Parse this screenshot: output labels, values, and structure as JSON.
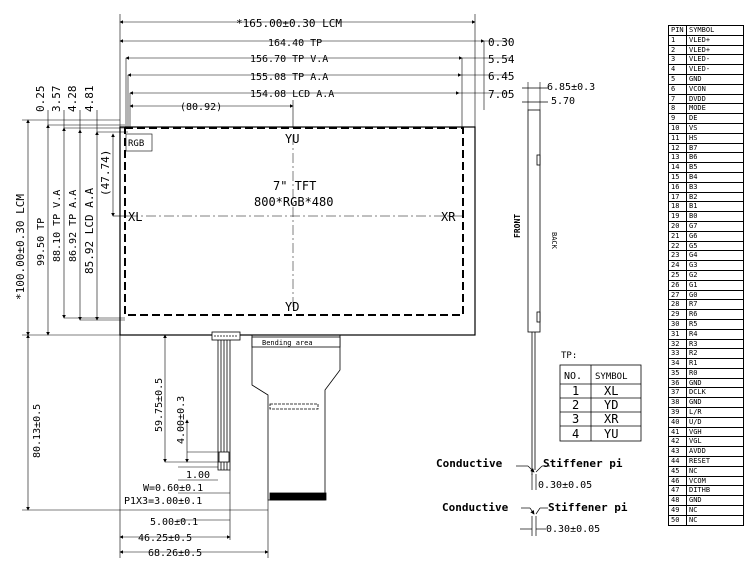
{
  "dims": {
    "lcm_width": "*165.00±0.30 LCM",
    "tp_width": "164.40 TP",
    "tp_va": "156.70 TP V.A",
    "tp_aa": "155.08 TP A.A",
    "lcd_aa": "154.08 LCD A.A",
    "ref_8092": "(80.92)",
    "right_030": "0.30",
    "right_554": "5.54",
    "right_645": "6.45",
    "right_705": "7.05",
    "left_025": "0.25",
    "left_357": "3.57",
    "left_428": "4.28",
    "left_481": "4.81",
    "lcm_height": "*100.00±0.30 LCM",
    "tp_height": "99.50 TP",
    "tp_va_h": "88.10 TP V.A",
    "tp_aa_h": "86.92 TP A.A",
    "lcd_aa_h": "85.92 LCD A.A",
    "ref_4774": "(47.74)",
    "fpc_total": "80.13±0.5",
    "fpc_5975": "59.75±0.5",
    "fpc_400": "4.00±0.3",
    "fpc_100": "1.00",
    "fpc_w": "W=0.60±0.1",
    "fpc_pitch": "P1X3=3.00±0.1",
    "fpc_500": "5.00±0.1",
    "fpc_4625": "46.25±0.5",
    "fpc_6826": "68.26±0.5",
    "side_685": "6.85±0.3",
    "side_570": "5.70",
    "side_030a": "0.30±0.05",
    "side_030b": "0.30±0.05"
  },
  "labels": {
    "rgb": "RGB",
    "yu": "YU",
    "yd": "YD",
    "xl": "XL",
    "xr": "XR",
    "title1": "7\" TFT",
    "title2": "800*RGB*480",
    "bending": "Bending area",
    "front": "FRONT",
    "back": "BACK",
    "tp_title": "TP:",
    "conductive1": "Conductive",
    "stiffener1": "Stiffener pi",
    "conductive2": "Conductive",
    "stiffener2": "Stiffener pi"
  },
  "tp_table": {
    "headers": [
      "NO.",
      "SYMBOL"
    ],
    "rows": [
      [
        "1",
        "XL"
      ],
      [
        "2",
        "YD"
      ],
      [
        "3",
        "XR"
      ],
      [
        "4",
        "YU"
      ]
    ]
  },
  "pin_table": {
    "headers": [
      "PIN",
      "SYMBOL"
    ],
    "rows": [
      [
        "1",
        "VLED+"
      ],
      [
        "2",
        "VLED+"
      ],
      [
        "3",
        "VLED-"
      ],
      [
        "4",
        "VLED-"
      ],
      [
        "5",
        "GND"
      ],
      [
        "6",
        "VCON"
      ],
      [
        "7",
        "DVDD"
      ],
      [
        "8",
        "MODE"
      ],
      [
        "9",
        "DE"
      ],
      [
        "10",
        "VS"
      ],
      [
        "11",
        "HS"
      ],
      [
        "12",
        "B7"
      ],
      [
        "13",
        "B6"
      ],
      [
        "14",
        "B5"
      ],
      [
        "15",
        "B4"
      ],
      [
        "16",
        "B3"
      ],
      [
        "17",
        "B2"
      ],
      [
        "18",
        "B1"
      ],
      [
        "19",
        "B0"
      ],
      [
        "20",
        "G7"
      ],
      [
        "21",
        "G6"
      ],
      [
        "22",
        "G5"
      ],
      [
        "23",
        "G4"
      ],
      [
        "24",
        "G3"
      ],
      [
        "25",
        "G2"
      ],
      [
        "26",
        "G1"
      ],
      [
        "27",
        "G0"
      ],
      [
        "28",
        "R7"
      ],
      [
        "29",
        "R6"
      ],
      [
        "30",
        "R5"
      ],
      [
        "31",
        "R4"
      ],
      [
        "32",
        "R3"
      ],
      [
        "33",
        "R2"
      ],
      [
        "34",
        "R1"
      ],
      [
        "35",
        "R0"
      ],
      [
        "36",
        "GND"
      ],
      [
        "37",
        "DCLK"
      ],
      [
        "38",
        "GND"
      ],
      [
        "39",
        "L/R"
      ],
      [
        "40",
        "U/D"
      ],
      [
        "41",
        "VGH"
      ],
      [
        "42",
        "VGL"
      ],
      [
        "43",
        "AVDD"
      ],
      [
        "44",
        "RESET"
      ],
      [
        "45",
        "NC"
      ],
      [
        "46",
        "VCOM"
      ],
      [
        "47",
        "DITHB"
      ],
      [
        "48",
        "GND"
      ],
      [
        "49",
        "NC"
      ],
      [
        "50",
        "NC"
      ]
    ]
  }
}
